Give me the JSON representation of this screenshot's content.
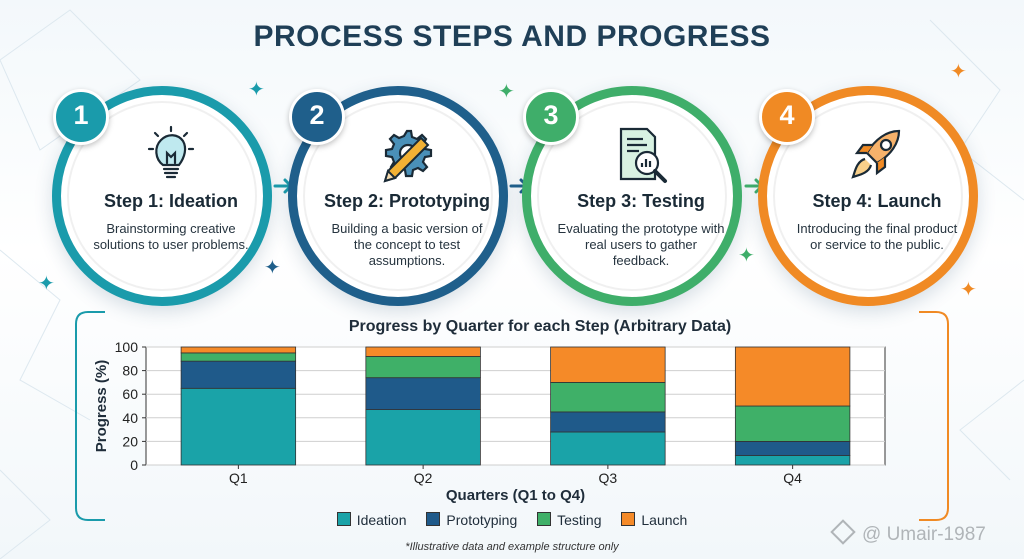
{
  "title": "PROCESS STEPS AND PROGRESS",
  "steps": [
    {
      "number": "1",
      "title": "Step 1: Ideation",
      "description": "Brainstorming creative solutions to user problems.",
      "color": "#1a9bab",
      "icon": "lightbulb-icon"
    },
    {
      "number": "2",
      "title": "Step 2: Prototyping",
      "description": "Building a basic version of the concept to test assumptions.",
      "color": "#1f5f8b",
      "icon": "gear-pencil-icon"
    },
    {
      "number": "3",
      "title": "Step 3: Testing",
      "description": "Evaluating the prototype with real users to gather feedback.",
      "color": "#3fae6a",
      "icon": "document-magnifier-icon"
    },
    {
      "number": "4",
      "title": "Step 4: Launch",
      "description": "Introducing the final product or service to the public.",
      "color": "#f08a24",
      "icon": "rocket-icon"
    }
  ],
  "chart_data": {
    "type": "bar",
    "stacked": true,
    "title": "Progress by Quarter for each Step (Arbitrary Data)",
    "xlabel": "Quarters (Q1 to Q4)",
    "ylabel": "Progress (%)",
    "ylim": [
      0,
      100
    ],
    "yticks": [
      0,
      20,
      40,
      60,
      80,
      100
    ],
    "categories": [
      "Q1",
      "Q2",
      "Q3",
      "Q4"
    ],
    "series": [
      {
        "name": "Ideation",
        "color": "#1aa3a8",
        "values": [
          65,
          47,
          28,
          8
        ]
      },
      {
        "name": "Prototyping",
        "color": "#1f5a8a",
        "values": [
          23,
          27,
          17,
          12
        ]
      },
      {
        "name": "Testing",
        "color": "#3fb068",
        "values": [
          7,
          18,
          25,
          30
        ]
      },
      {
        "name": "Launch",
        "color": "#f58a28",
        "values": [
          5,
          8,
          30,
          50
        ]
      }
    ],
    "grid": true,
    "legend": "bottom"
  },
  "footnote": "*Illustrative data and example structure only",
  "watermark": "@ Umair-1987"
}
